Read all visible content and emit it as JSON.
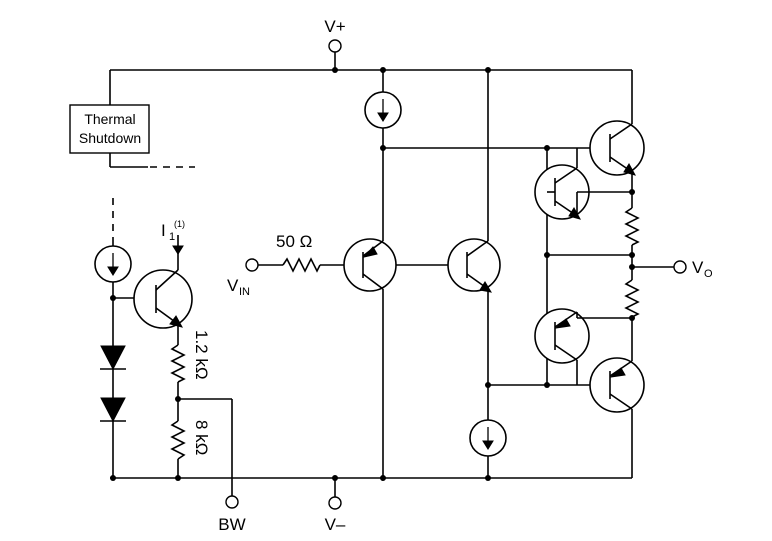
{
  "labels": {
    "v_plus": "V+",
    "v_minus": "V–",
    "vin_main": "V",
    "vin_sub": "IN",
    "vo_main": "V",
    "vo_sub": "O",
    "bw": "BW",
    "r_input": "50 Ω",
    "r_upper_bias": "1.2 kΩ",
    "r_lower_bias": "8 kΩ",
    "i1_main": "I",
    "i1_sub": "1",
    "i1_note": "(1)",
    "thermal_line1": "Thermal",
    "thermal_line2": "Shutdown"
  }
}
